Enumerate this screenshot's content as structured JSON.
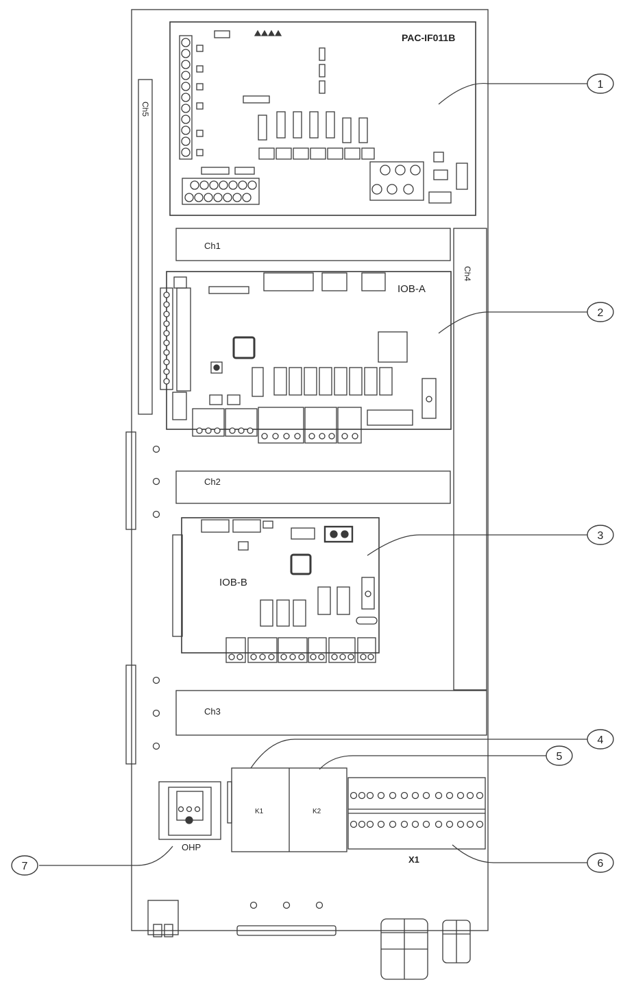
{
  "boards": {
    "pac_label": "PAC-IF011B",
    "ioba_label": "IOB-A",
    "iobb_label": "IOB-B"
  },
  "channels": {
    "ch1": "Ch1",
    "ch2": "Ch2",
    "ch3": "Ch3",
    "ch4": "Ch4",
    "ch5": "Ch5"
  },
  "relays": {
    "k1": "K1",
    "k2": "K2"
  },
  "terminal_block": "X1",
  "ohp_label": "OHP",
  "callouts": [
    "1",
    "2",
    "3",
    "4",
    "5",
    "6",
    "7"
  ],
  "colors": {
    "line": "#3a3a3a",
    "background": "#ffffff",
    "channel_fill": "#ffffff"
  }
}
